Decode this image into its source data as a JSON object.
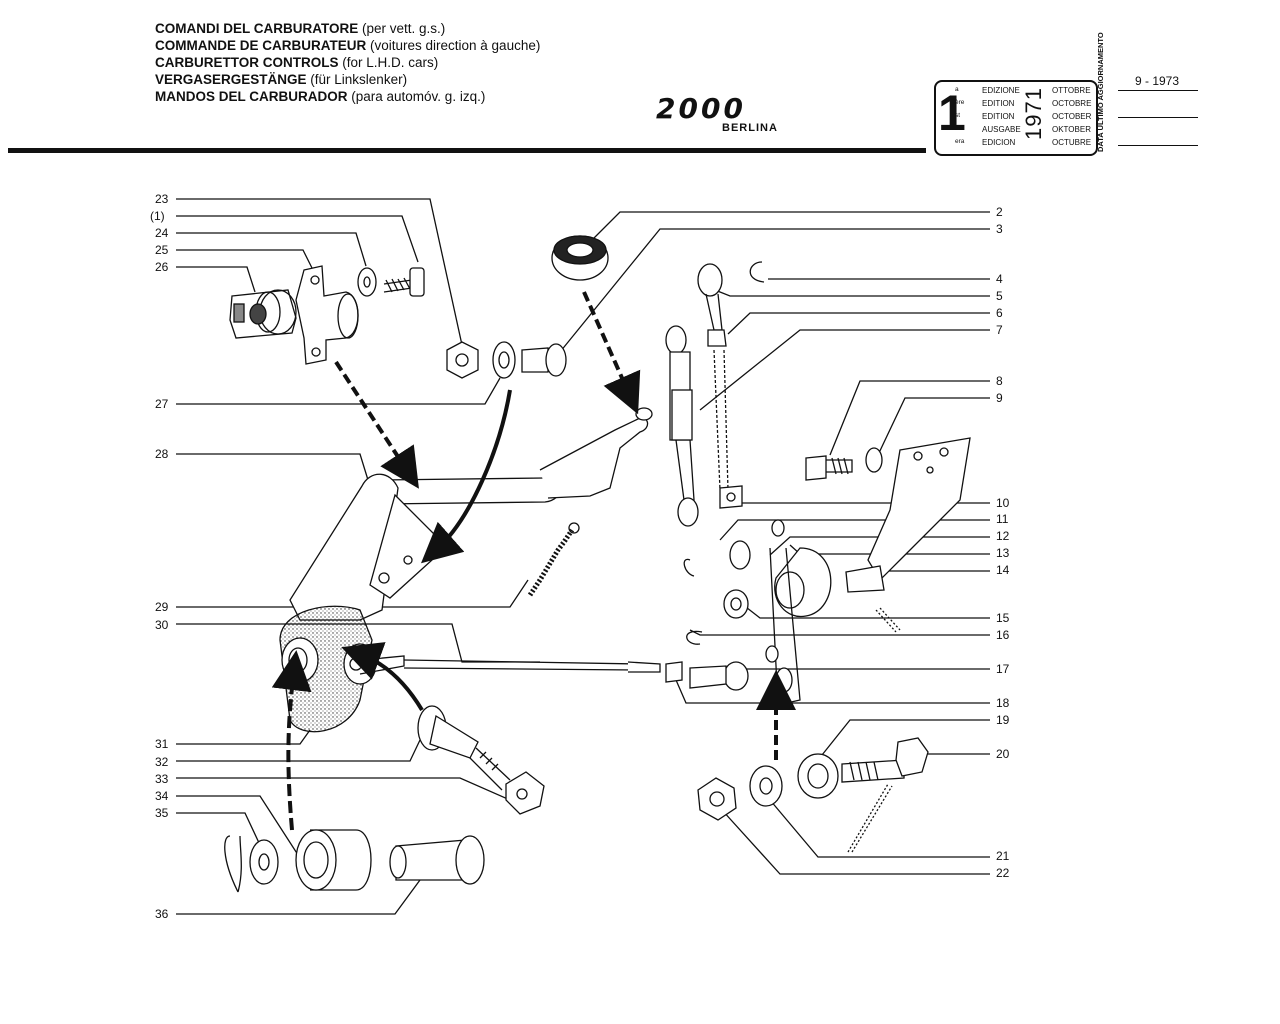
{
  "title_lines": [
    {
      "bold": "COMANDI DEL CARBURATORE",
      "rest": " (per vett. g.s.)"
    },
    {
      "bold": "COMMANDE DE CARBURATEUR",
      "rest": " (voitures direction à gauche)"
    },
    {
      "bold": "CARBURETTOR CONTROLS",
      "rest": " (for L.H.D. cars)"
    },
    {
      "bold": "VERGASERGESTÄNGE",
      "rest": " (für Linkslenker)"
    },
    {
      "bold": "MANDOS DEL CARBURADOR",
      "rest": " (para automóv. g. izq.)"
    }
  ],
  "model": {
    "logo": "2000",
    "subtitle": "BERLINA"
  },
  "edition_box": {
    "number": "1",
    "superscripts": [
      "a",
      "ère",
      "st",
      ".",
      "era"
    ],
    "words": [
      "EDIZIONE",
      "EDITION",
      "EDITION",
      "AUSGABE",
      "EDICION"
    ],
    "year": "1971",
    "months": [
      "OTTOBRE",
      "OCTOBRE",
      "OCTOBER",
      "OKTOBER",
      "OCTUBRE"
    ]
  },
  "update": {
    "label": "DATA ULTIMO AGGIORNAMENTO",
    "date": "9 - 1973"
  },
  "callouts_left": [
    "23",
    "(1)",
    "24",
    "25",
    "26",
    "27",
    "28",
    "29",
    "30",
    "31",
    "32",
    "33",
    "34",
    "35",
    "36"
  ],
  "callouts_right": [
    "2",
    "3",
    "4",
    "5",
    "6",
    "7",
    "8",
    "9",
    "10",
    "11",
    "12",
    "13",
    "14",
    "15",
    "16",
    "17",
    "18",
    "19",
    "20",
    "21",
    "22"
  ]
}
